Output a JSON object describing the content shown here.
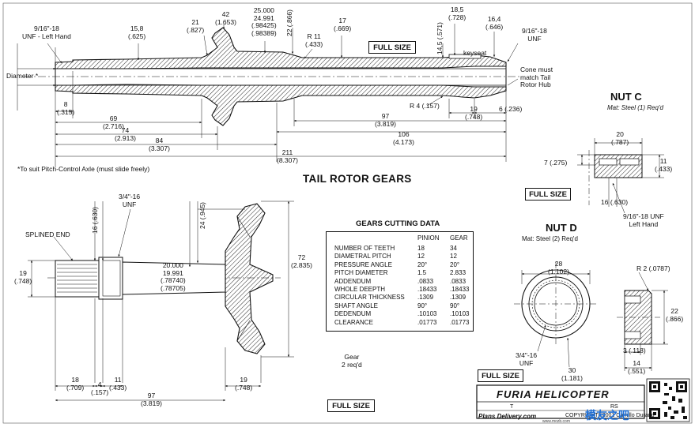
{
  "titles": {
    "tail_rotor_gears": "TAIL ROTOR GEARS",
    "gears_cutting_data": "GEARS CUTTING DATA",
    "nut_c": "NUT C",
    "nut_c_mat": "Mat: Steel (1) Req'd",
    "nut_d": "NUT D",
    "nut_d_mat": "Mat: Steel (2) Req'd",
    "full_size": "FULL SIZE"
  },
  "shaft": {
    "thread_left": [
      "9/16\"-18",
      "UNF - Left Hand"
    ],
    "thread_right": [
      "9/16\"-18",
      "UNF"
    ],
    "diameter_label": "Diameter *",
    "cone_note": [
      "Cone must",
      "match Tail",
      "Rotor Hub"
    ],
    "keyseat": "keyseat",
    "footnote": "*To suit Pitch-Control Axle (must slide freely)",
    "dims": {
      "d15_8": [
        "15,8",
        "(.625)"
      ],
      "d21": [
        "21",
        "(.827)"
      ],
      "d42": [
        "42",
        "(1.653)"
      ],
      "d25": [
        "25.000",
        "24.991",
        "(.98425)",
        "(.98389)"
      ],
      "d22": "22 (.866)",
      "r11": [
        "R 11",
        "(.433)"
      ],
      "d17": [
        "17",
        "(.669)"
      ],
      "d14_5": "14,5 (.571)",
      "d18_5": [
        "18,5",
        "(.728)"
      ],
      "d16_4": [
        "16,4",
        "(.646)"
      ],
      "d8": [
        "8",
        "(.315)"
      ],
      "d69": [
        "69",
        "(2.716)"
      ],
      "d74": [
        "74",
        "(2.913)"
      ],
      "d84": [
        "84",
        "(3.307)"
      ],
      "d211": [
        "211",
        "(8.307)"
      ],
      "d97": [
        "97",
        "(3.819)"
      ],
      "d106": [
        "106",
        "(4.173)"
      ],
      "r4": "R 4 (.157)",
      "d19": [
        "19",
        "(.748)"
      ],
      "d6": "6 (.236)"
    }
  },
  "pinion": {
    "thread": [
      "3/4\"-16",
      "UNF"
    ],
    "splined_end": "SPLINED END",
    "d16": "16 (.630)",
    "d24": "24 (.945)",
    "d19": [
      "19",
      "(.748)"
    ],
    "d20": [
      "20.000",
      "19.991",
      "(.78740)",
      "(.78705)"
    ],
    "d72": [
      "72",
      "(2.835)"
    ],
    "d18": [
      "18",
      "(.709)"
    ],
    "d4": [
      "4",
      "(.157)"
    ],
    "d11": [
      "11",
      "(.433)"
    ],
    "d19b": [
      "19",
      "(.748)"
    ],
    "d97": [
      "97",
      "(3.819)"
    ],
    "gear_note": [
      "Gear",
      "2 req'd"
    ]
  },
  "gear_table": {
    "headers": [
      "",
      "PINION",
      "GEAR"
    ],
    "rows": [
      [
        "NUMBER OF TEETH",
        "18",
        "34"
      ],
      [
        "DIAMETRAL PITCH",
        "12",
        "12"
      ],
      [
        "PRESSURE ANGLE",
        "20°",
        "20°"
      ],
      [
        "PITCH DIAMETER",
        "1.5",
        "2.833"
      ],
      [
        "ADDENDUM",
        ".0833",
        ".0833"
      ],
      [
        "WHOLE DEEPTH",
        ".18433",
        ".18433"
      ],
      [
        "CIRCULAR THICKNESS",
        ".1309",
        ".1309"
      ],
      [
        "SHAFT ANGLE",
        "90°",
        "90°"
      ],
      [
        "DEDENDUM",
        ".10103",
        ".10103"
      ],
      [
        "CLEARANCE",
        ".01773",
        ".01773"
      ]
    ]
  },
  "nut_c_dims": {
    "d20": [
      "20",
      "(.787)"
    ],
    "d7": "7 (.275)",
    "d11": [
      "11",
      "(.433)"
    ],
    "d16": "16 (.630)",
    "thread": [
      "9/16\"-18 UNF",
      "Left Hand"
    ]
  },
  "nut_d_dims": {
    "d28": [
      "28",
      "(1.102)"
    ],
    "r2": "R 2 (.0787)",
    "d22": [
      "22",
      "(.866)"
    ],
    "d3": "3 (.118)",
    "d14": [
      "14",
      "(.551)"
    ],
    "thread": [
      "3/4\"-16",
      "UNF"
    ],
    "d30": [
      "30",
      "(1.181)"
    ]
  },
  "title_block": {
    "brand": "FURIA HELICOPTER",
    "sub": "T",
    "sub2": "RS",
    "plans": "Plans Delivery.com",
    "copyright": "COPYRIGHT©2001 Camillo Durano",
    "watermark": "模友之吧",
    "watermark_url": "www.mozb.com"
  },
  "colors": {
    "ink": "#111111",
    "paper": "#ffffff",
    "watermark": "#1f6fd6"
  }
}
